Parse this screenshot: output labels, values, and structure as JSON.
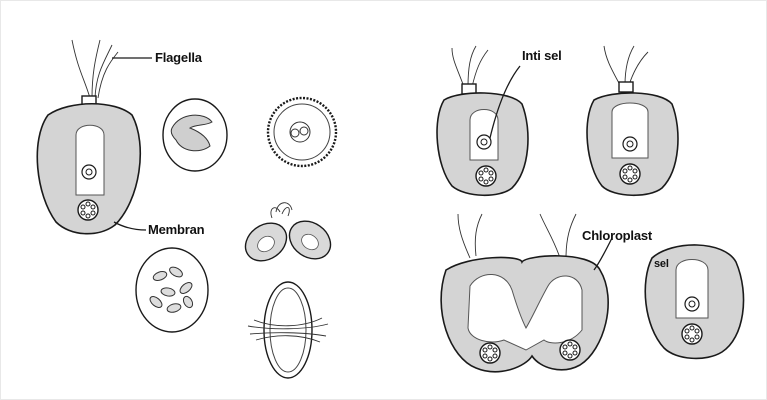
{
  "labels": {
    "flagella": "Flagella",
    "membran": "Membran",
    "inti_sel": "Inti sel",
    "chloroplast": "Chloroplast",
    "sel": "sel"
  }
}
